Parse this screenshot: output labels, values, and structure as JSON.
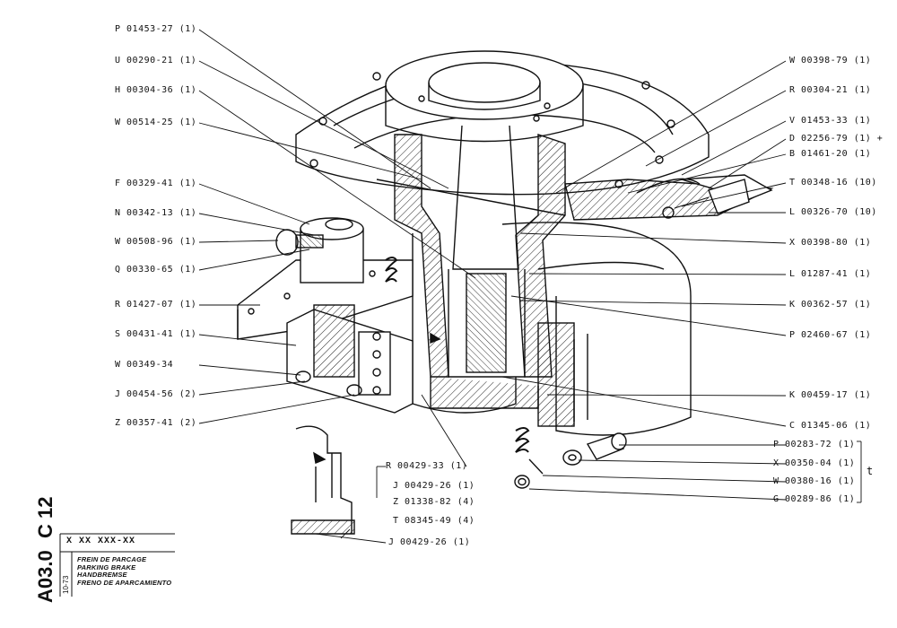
{
  "left_labels": [
    {
      "id": "p01453",
      "text": "P 01453-27 (1)"
    },
    {
      "id": "u00290",
      "text": "U 00290-21 (1)"
    },
    {
      "id": "h00304",
      "text": "H 00304-36 (1)"
    },
    {
      "id": "w00514",
      "text": "W 00514-25 (1)"
    },
    {
      "id": "f00329",
      "text": "F 00329-41 (1)"
    },
    {
      "id": "n00342",
      "text": "N 00342-13 (1)"
    },
    {
      "id": "w00508",
      "text": "W 00508-96 (1)"
    },
    {
      "id": "q00330",
      "text": "Q 00330-65 (1)"
    },
    {
      "id": "r01427",
      "text": "R 01427-07 (1)"
    },
    {
      "id": "s00431",
      "text": "S 00431-41 (1)"
    },
    {
      "id": "w00349",
      "text": "W 00349-34"
    },
    {
      "id": "j00454",
      "text": "J 00454-56 (2)"
    },
    {
      "id": "z00357",
      "text": "Z 00357-41 (2)"
    }
  ],
  "right_labels": [
    {
      "id": "w00398",
      "text": "W 00398-79 (1)"
    },
    {
      "id": "r00304",
      "text": "R 00304-21 (1)"
    },
    {
      "id": "v01453",
      "text": "V 01453-33 (1)"
    },
    {
      "id": "d02256",
      "text": "D 02256-79 (1) +"
    },
    {
      "id": "b01461",
      "text": "B 01461-20 (1)"
    },
    {
      "id": "t00348",
      "text": "T 00348-16 (10)"
    },
    {
      "id": "l00326",
      "text": "L 00326-70 (10)"
    },
    {
      "id": "x00398",
      "text": "X 00398-80 (1)"
    },
    {
      "id": "l01287",
      "text": "L 01287-41 (1)"
    },
    {
      "id": "k00362",
      "text": "K 00362-57 (1)"
    },
    {
      "id": "p02460",
      "text": "P 02460-67 (1)"
    },
    {
      "id": "k00459",
      "text": "K 00459-17 (1)"
    },
    {
      "id": "c01345",
      "text": "C 01345-06 (1)"
    },
    {
      "id": "p00283",
      "text": "P 00283-72 (1)"
    },
    {
      "id": "x00350",
      "text": "X 00350-04 (1)"
    },
    {
      "id": "w00380",
      "text": "W 00380-16 (1)"
    },
    {
      "id": "g00289",
      "text": "G 00289-86 (1)"
    }
  ],
  "bracket_mark": "t",
  "center_labels": [
    {
      "id": "r00429",
      "text": "R 00429-33 (1)"
    },
    {
      "id": "j00429a",
      "text": "J 00429-26 (1)"
    },
    {
      "id": "z01338",
      "text": "Z 01338-82 (4)"
    },
    {
      "id": "t08345",
      "text": "T 08345-49 (4)"
    },
    {
      "id": "j00429b",
      "text": "J 00429-26 (1)"
    }
  ],
  "panel": {
    "code_top": "C 12",
    "code_bottom": "A03.0",
    "date": "10-73",
    "part_code": "X XX XXX-XX",
    "titles": [
      "FREIN DE PARCAGE",
      "PARKING BRAKE",
      "HANDBREMSE",
      "FRENO DE APARCAMIENTO"
    ]
  }
}
